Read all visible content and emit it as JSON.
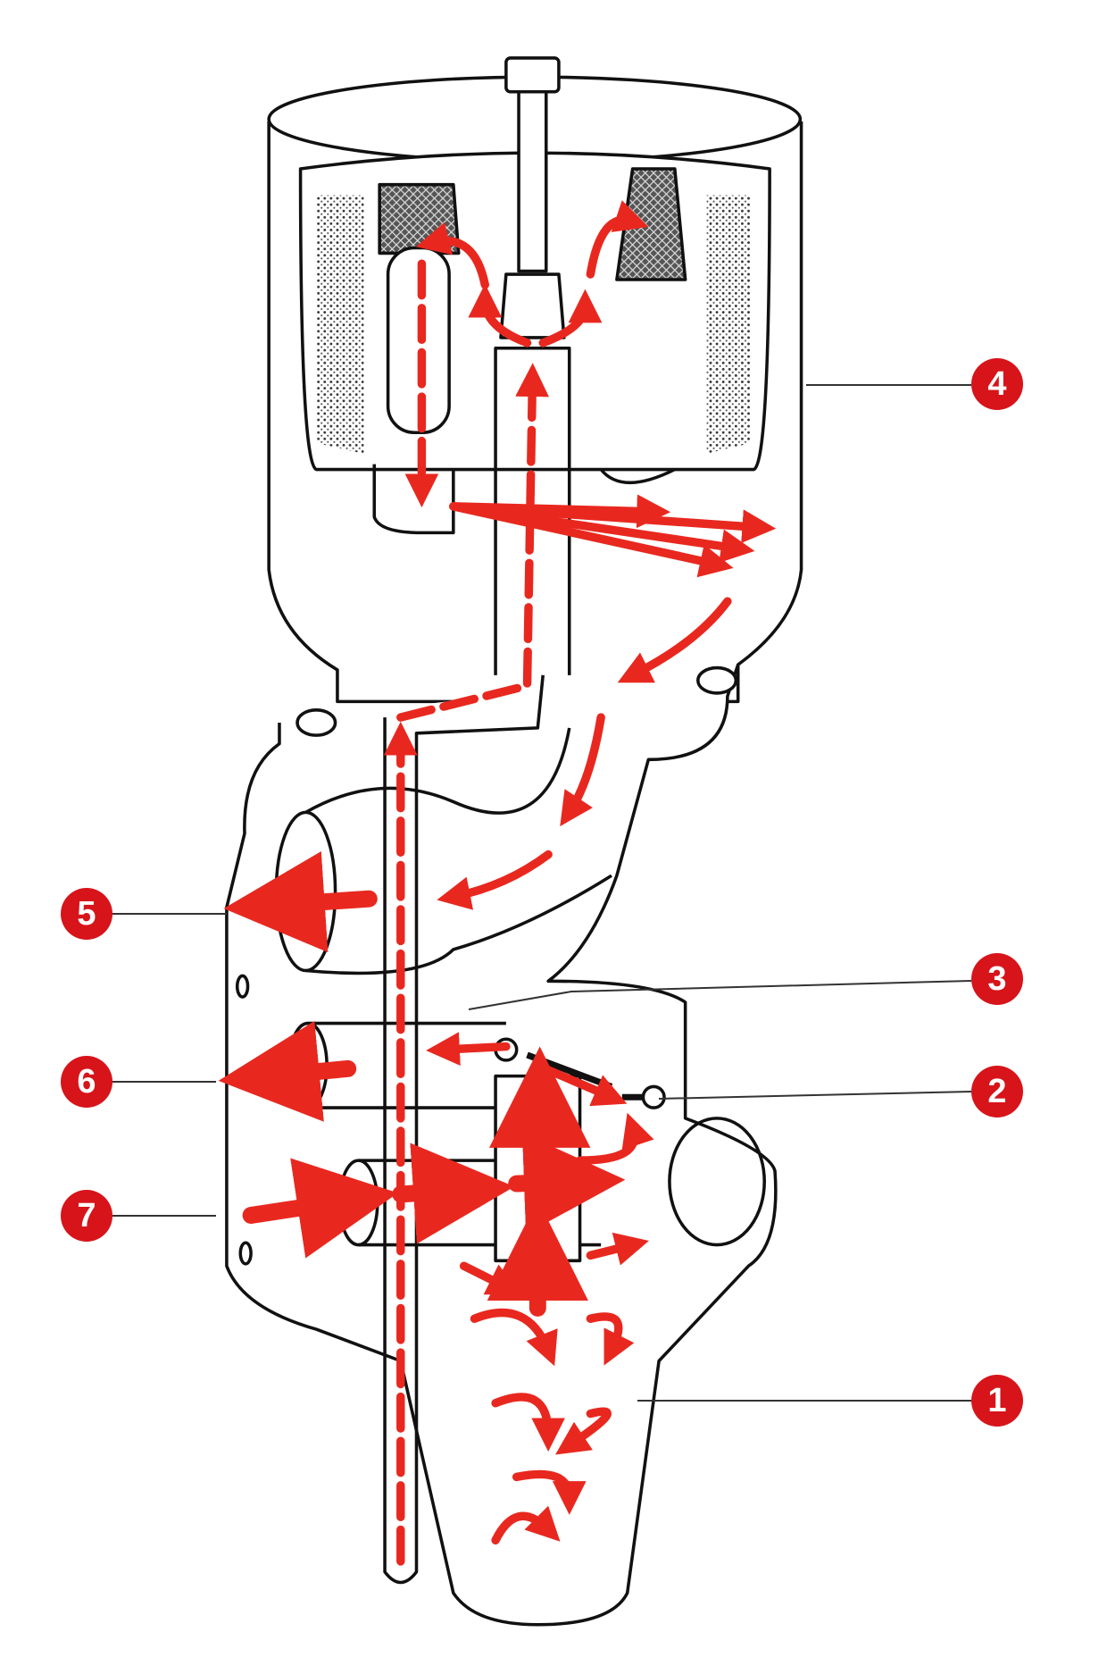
{
  "colors": {
    "flow": "#e8281f",
    "callout": "#d7141a",
    "outline": "#111111"
  },
  "callouts": [
    {
      "id": "1",
      "text": "1"
    },
    {
      "id": "2",
      "text": "2"
    },
    {
      "id": "3",
      "text": "3"
    },
    {
      "id": "4",
      "text": "4"
    },
    {
      "id": "5",
      "text": "5"
    },
    {
      "id": "6",
      "text": "6"
    },
    {
      "id": "7",
      "text": "7"
    }
  ]
}
